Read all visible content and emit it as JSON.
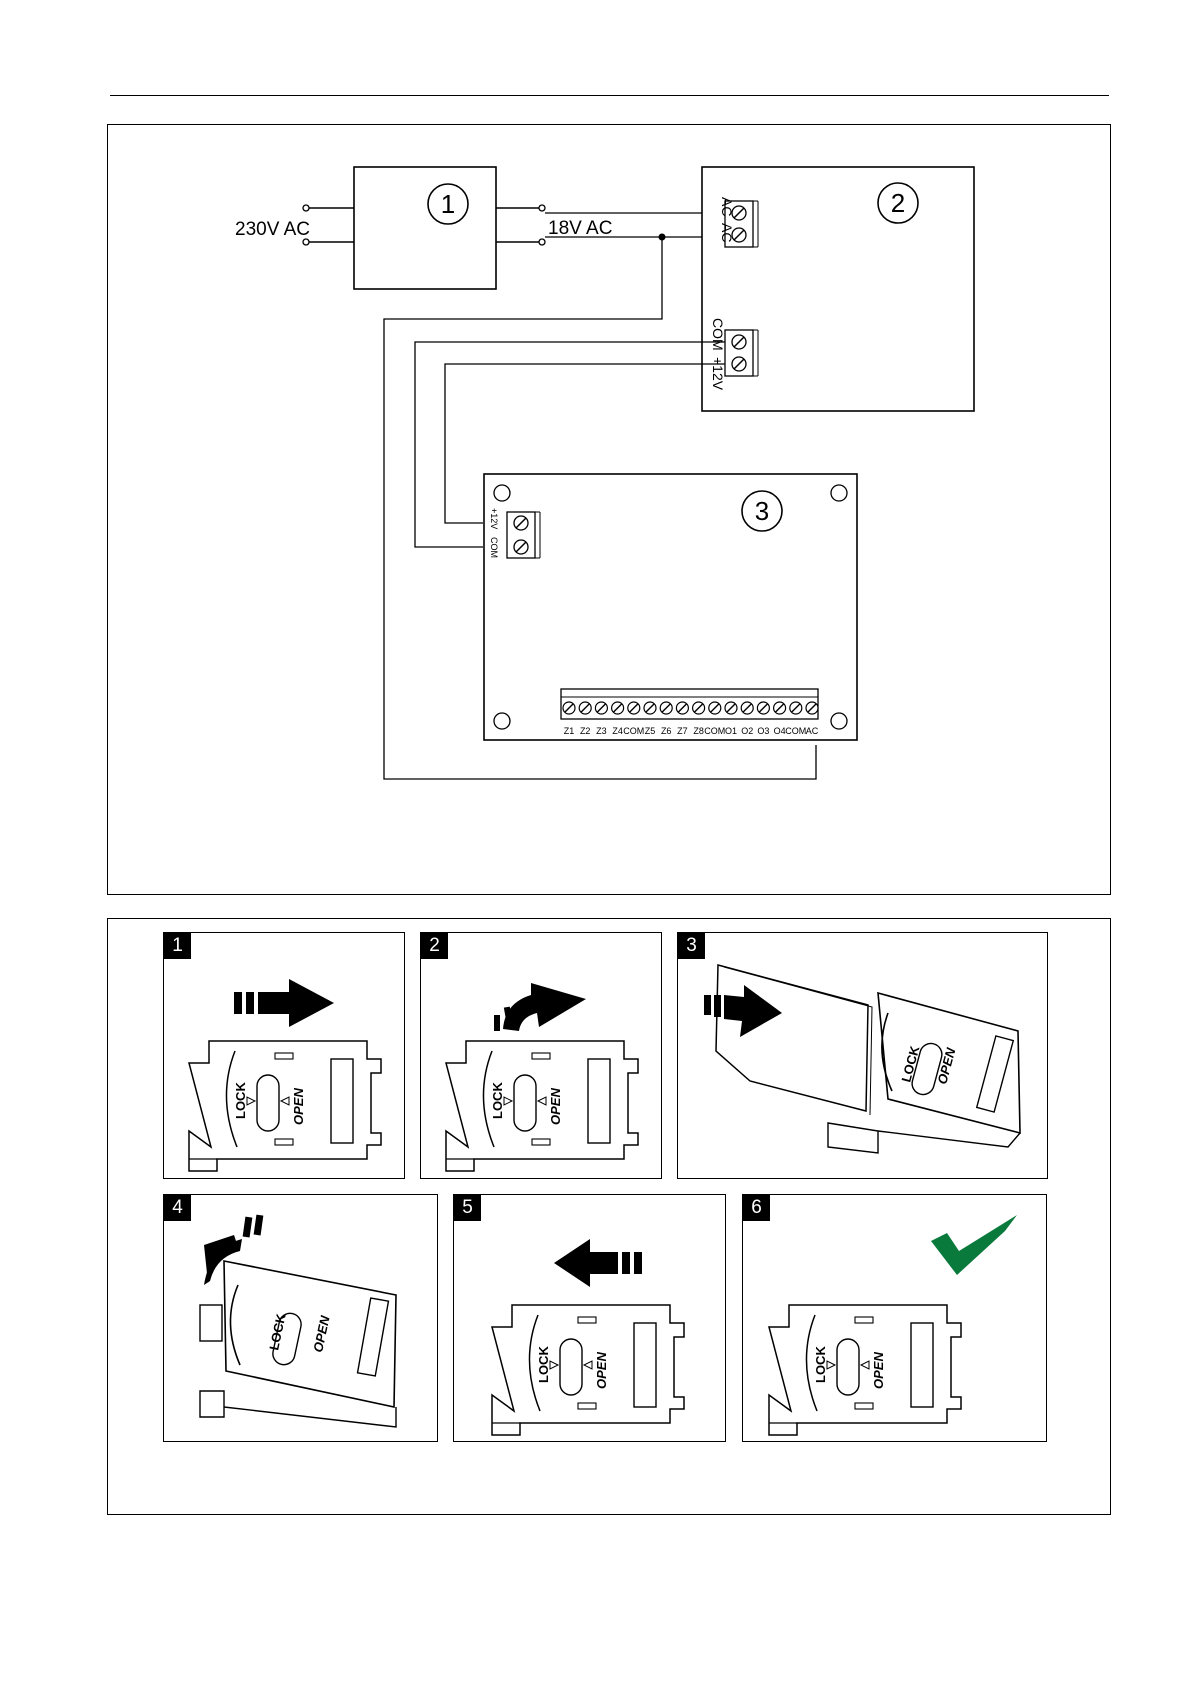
{
  "wiring": {
    "input_voltage": "230V AC",
    "output_voltage": "18V AC",
    "block_1_number": "1",
    "block_2_number": "2",
    "block_3_number": "3",
    "terminal_ac_1": "AC",
    "terminal_ac_2": "AC",
    "terminal_com": "COM",
    "terminal_12v": "+12V",
    "module_terminal_12v": "+12V",
    "module_terminal_com": "COM",
    "terminal_strip_labels": [
      "Z1",
      "Z2",
      "Z3",
      "Z4",
      "COM",
      "Z5",
      "Z6",
      "Z7",
      "Z8",
      "COM",
      "O1",
      "O2",
      "O3",
      "O4",
      "COM",
      "AC"
    ]
  },
  "steps": {
    "panels": [
      {
        "number": "1",
        "arrow": "arrow-right-icon"
      },
      {
        "number": "2",
        "arrow": "arrow-curved-right-icon"
      },
      {
        "number": "3",
        "arrow": "arrow-right-icon"
      },
      {
        "number": "4",
        "arrow": "arrow-curved-left-icon"
      },
      {
        "number": "5",
        "arrow": "arrow-left-icon"
      },
      {
        "number": "6",
        "arrow": "checkmark-icon"
      }
    ],
    "lock_label": "LOCK",
    "open_label": "OPEN",
    "checkmark_color": "#0a7a3c"
  }
}
